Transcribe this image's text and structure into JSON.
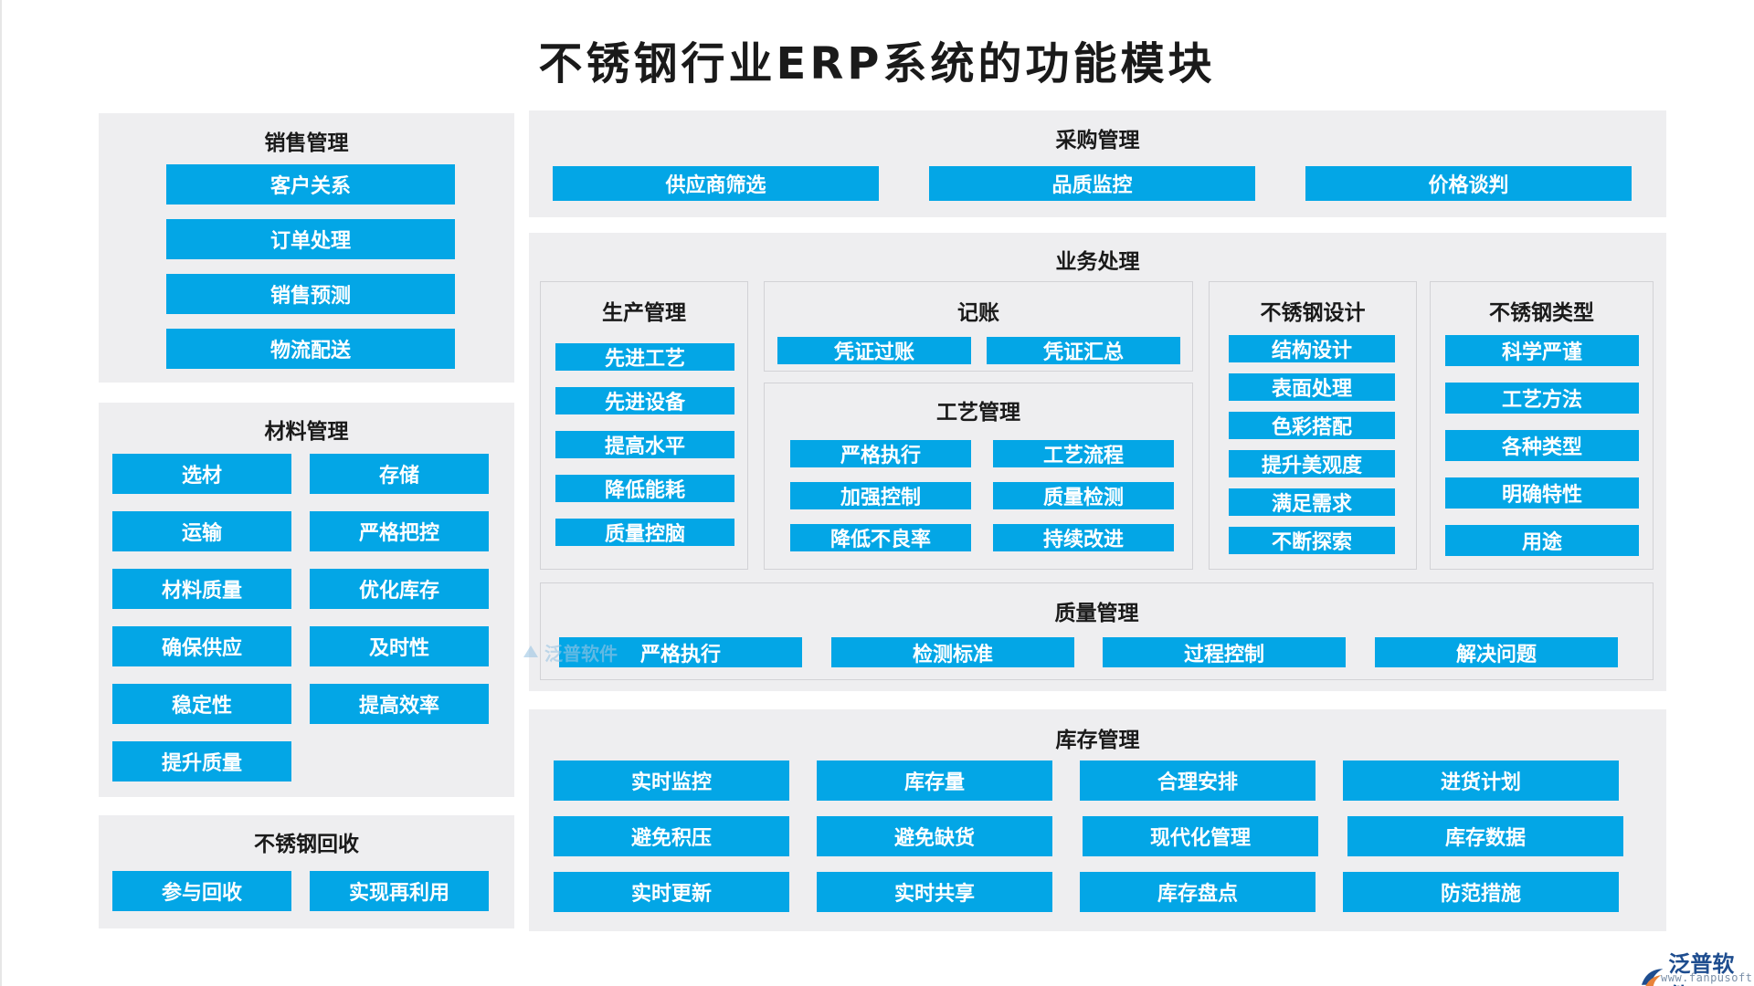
{
  "title": "不锈钢行业ERP系统的功能模块",
  "colors": {
    "button": "#03a6e6",
    "panel": "#eeeef0",
    "sub_border": "#d2d2d6",
    "logo": "#1e4d8f"
  },
  "sales": {
    "title": "销售管理",
    "items": [
      "客户关系",
      "订单处理",
      "销售预测",
      "物流配送"
    ]
  },
  "materials": {
    "title": "材料管理",
    "items": [
      "选材",
      "存储",
      "运输",
      "严格把控",
      "材料质量",
      "优化库存",
      "确保供应",
      "及时性",
      "稳定性",
      "提高效率",
      "提升质量"
    ]
  },
  "recycling": {
    "title": "不锈钢回收",
    "items": [
      "参与回收",
      "实现再利用"
    ]
  },
  "purchasing": {
    "title": "采购管理",
    "items": [
      "供应商筛选",
      "品质监控",
      "价格谈判"
    ]
  },
  "business": {
    "title": "业务处理",
    "production": {
      "title": "生产管理",
      "items": [
        "先进工艺",
        "先进设备",
        "提高水平",
        "降低能耗",
        "质量控脑"
      ]
    },
    "accounting": {
      "title": "记账",
      "items": [
        "凭证过账",
        "凭证汇总"
      ]
    },
    "process": {
      "title": "工艺管理",
      "items": [
        "严格执行",
        "工艺流程",
        "加强控制",
        "质量检测",
        "降低不良率",
        "持续改进"
      ]
    },
    "design": {
      "title": "不锈钢设计",
      "items": [
        "结构设计",
        "表面处理",
        "色彩搭配",
        "提升美观度",
        "满足需求",
        "不断探索"
      ]
    },
    "types": {
      "title": "不锈钢类型",
      "items": [
        "科学严谨",
        "工艺方法",
        "各种类型",
        "明确特性",
        "用途"
      ]
    },
    "quality": {
      "title": "质量管理",
      "items": [
        "严格执行",
        "检测标准",
        "过程控制",
        "解决问题"
      ]
    }
  },
  "inventory": {
    "title": "库存管理",
    "items": [
      "实时监控",
      "库存量",
      "合理安排",
      "进货计划",
      "避免积压",
      "避免缺货",
      "现代化管理",
      "库存数据",
      "实时更新",
      "实时共享",
      "库存盘点",
      "防范措施"
    ]
  },
  "watermark": {
    "text": "泛普软件",
    "icon": "fanpu-logo-icon"
  },
  "brand": {
    "name": "泛普软件",
    "url": "www.fanpusoft.com",
    "icon": "fanpu-logo-icon"
  }
}
